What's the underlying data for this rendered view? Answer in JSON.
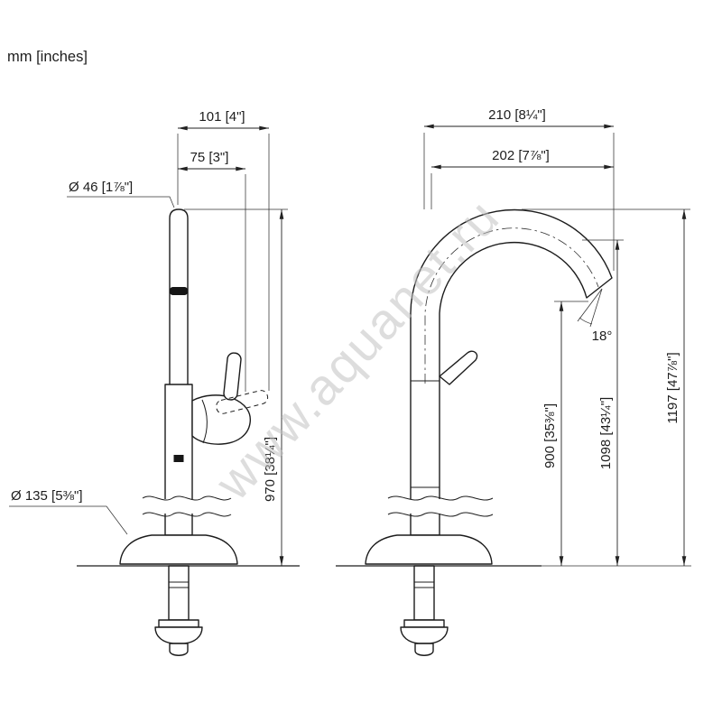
{
  "page": {
    "units_label": "mm [inches]"
  },
  "watermark": {
    "text": "www.aquanet.ru"
  },
  "left_view": {
    "dim_top_reach": "101 [4\"]",
    "dim_handle_reach": "75 [3\"]",
    "dim_body_diameter": "Ø 46 [1⅞\"]",
    "dim_base_diameter": "Ø 135 [5⅜\"]",
    "dim_height": "970 [38¼\"]"
  },
  "right_view": {
    "dim_spout_reach_outer": "210 [8¼\"]",
    "dim_spout_reach": "202 [7⅞\"]",
    "dim_outlet_angle": "18°",
    "dim_outlet_height": "900 [35⅜\"]",
    "dim_spout_clearance": "1098 [43¼\"]",
    "dim_overall_height": "1197 [47⅞\"]"
  }
}
